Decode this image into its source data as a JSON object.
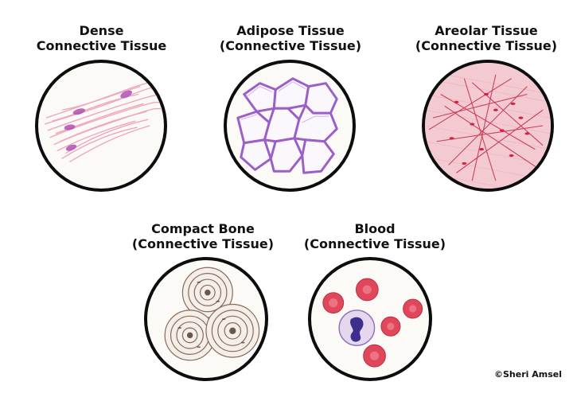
{
  "panels": [
    {
      "key": "dense",
      "line1": "Dense",
      "line2": "Connective Tissue",
      "icon": "dense-connective-tissue-illustration",
      "color": "#e98fa8"
    },
    {
      "key": "adipose",
      "line1": "Adipose Tissue",
      "line2": "(Connective Tissue)",
      "icon": "adipose-tissue-illustration",
      "color": "#9b5fc9"
    },
    {
      "key": "areolar",
      "line1": "Areolar Tissue",
      "line2": "(Connective Tissue)",
      "icon": "areolar-tissue-illustration",
      "color": "#d9384f"
    },
    {
      "key": "bone",
      "line1": "Compact Bone",
      "line2": "(Connective Tissue)",
      "icon": "compact-bone-illustration",
      "color": "#7a5a48"
    },
    {
      "key": "blood",
      "line1": "Blood",
      "line2": "(Connective Tissue)",
      "icon": "blood-cells-illustration",
      "color": "#d8324a"
    }
  ],
  "credit": "©Sheri Amsel"
}
